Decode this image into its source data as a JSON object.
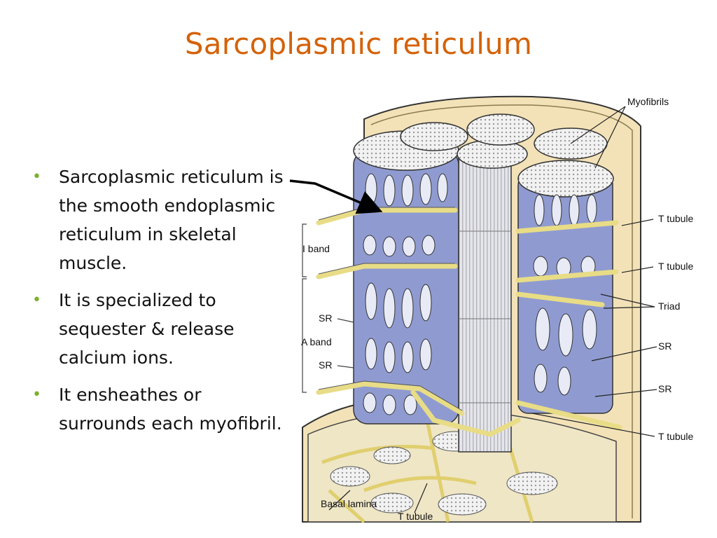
{
  "slide": {
    "title": "Sarcoplasmic reticulum",
    "bullets": [
      "Sarcoplasmic reticulum is the smooth endoplasmic reticulum in skeletal muscle.",
      "It is specialized to sequester & release calcium ions.",
      "It ensheathes or surrounds each myofibril."
    ]
  },
  "diagram": {
    "labels": {
      "myofibrils": "Myofibrils",
      "t_tubule_1": "T tubule",
      "t_tubule_2": "T tubule",
      "triad": "Triad",
      "sr_right_1": "SR",
      "sr_right_2": "SR",
      "t_tubule_3": "T tubule",
      "i_band": "I band",
      "sr_left_1": "SR",
      "a_band": "A band",
      "sr_left_2": "SR",
      "basal_lamina": "Basal lamina",
      "t_tubule_bottom": "T tubule"
    }
  },
  "colors": {
    "title": "#d4620a",
    "bullet": "#7ab12d",
    "sr_blue": "#8f9bd0",
    "sheath": "#f3e2b8",
    "tubule": "#e8dc86"
  }
}
